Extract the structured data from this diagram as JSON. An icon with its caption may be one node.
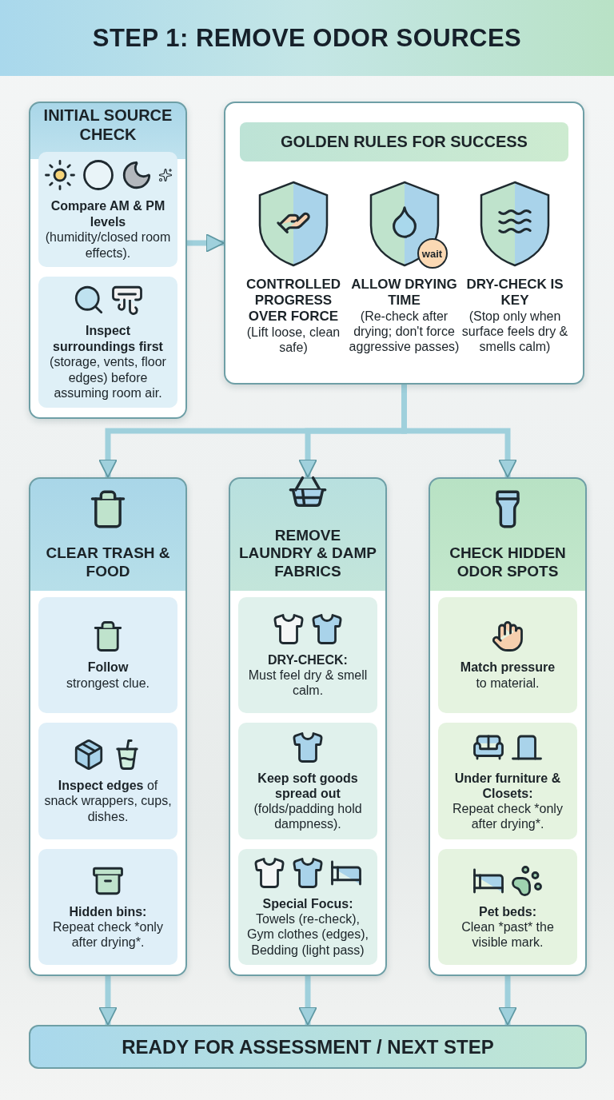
{
  "diagram": {
    "title": "STEP 1: REMOVE ODOR SOURCES",
    "nodes": [
      {
        "text": [
          "INITIAL SOURCE CHECK"
        ]
      },
      {
        "text": [
          "**Compare AM & PM levels** (humidity/closed room effects)."
        ],
        "in": 0
      },
      {
        "text": [
          "**Inspect surroundings first** (storage, vents, floor edges) before assuming room air."
        ],
        "in": 0
      },
      {
        "text": [
          "GOLDEN RULES FOR SUCCESS"
        ]
      },
      {
        "text": [
          "CONTROLLED PROGRESS OVER FORCE",
          "(Lift loose, clean safe)"
        ],
        "in": 3
      },
      {
        "text": [
          "ALLOW DRYING TIME",
          "(Re-check after drying; don't force aggressive passes)"
        ],
        "in": 3
      },
      {
        "text": [
          "DRY-CHECK IS KEY",
          "(Stop only when surface feels dry & smells calm)"
        ],
        "in": 3
      },
      {
        "text": [
          "CLEAR TRASH & FOOD"
        ]
      },
      {
        "text": [
          "Follow",
          "strongest clue."
        ],
        "in": 7
      },
      {
        "text": [
          "**Inspect edges** of snack wrappers, cups, dishes."
        ],
        "in": 7
      },
      {
        "text": [
          "Hidden bins:",
          "Repeat check *only after drying*."
        ],
        "in": 7
      },
      {
        "text": [
          "REMOVE LAUNDRY & DAMP FABRICS"
        ]
      },
      {
        "text": [
          "DRY-CHECK:",
          "Must feel dry & smell calm."
        ],
        "in": 11
      },
      {
        "text": [
          "Keep soft goods spread out",
          "(folds/padding hold dampness)."
        ],
        "in": 11
      },
      {
        "text": [
          "Special Focus:",
          "Towels (re-check), Gym clothes (edges), Bedding (light pass)"
        ],
        "in": 11
      },
      {
        "text": [
          "CHECK HIDDEN ODOR SPOTS"
        ]
      },
      {
        "text": [
          "Match pressure",
          "to material."
        ],
        "in": 15
      },
      {
        "text": [
          "Under furniture & Closets:",
          "Repeat check *only after drying*."
        ],
        "in": 15
      },
      {
        "text": [
          "Pet beds:",
          "Clean *past* the visible mark."
        ],
        "in": 15
      },
      {
        "text": [
          "READY FOR ASSESSMENT / NEXT STEP"
        ]
      }
    ],
    "edges": [
      {
        "from": 0,
        "to": 3,
        "arrow": "to"
      },
      {
        "from": 3,
        "to": 7,
        "arrow": "to"
      },
      {
        "from": 3,
        "to": 11,
        "arrow": "to"
      },
      {
        "from": 3,
        "to": 15,
        "arrow": "to"
      },
      {
        "from": 7,
        "to": 19,
        "arrow": "to"
      },
      {
        "from": 11,
        "to": 19,
        "arrow": "to"
      },
      {
        "from": 15,
        "to": 19,
        "arrow": "to"
      }
    ],
    "labels": [
      "wait"
    ]
  }
}
